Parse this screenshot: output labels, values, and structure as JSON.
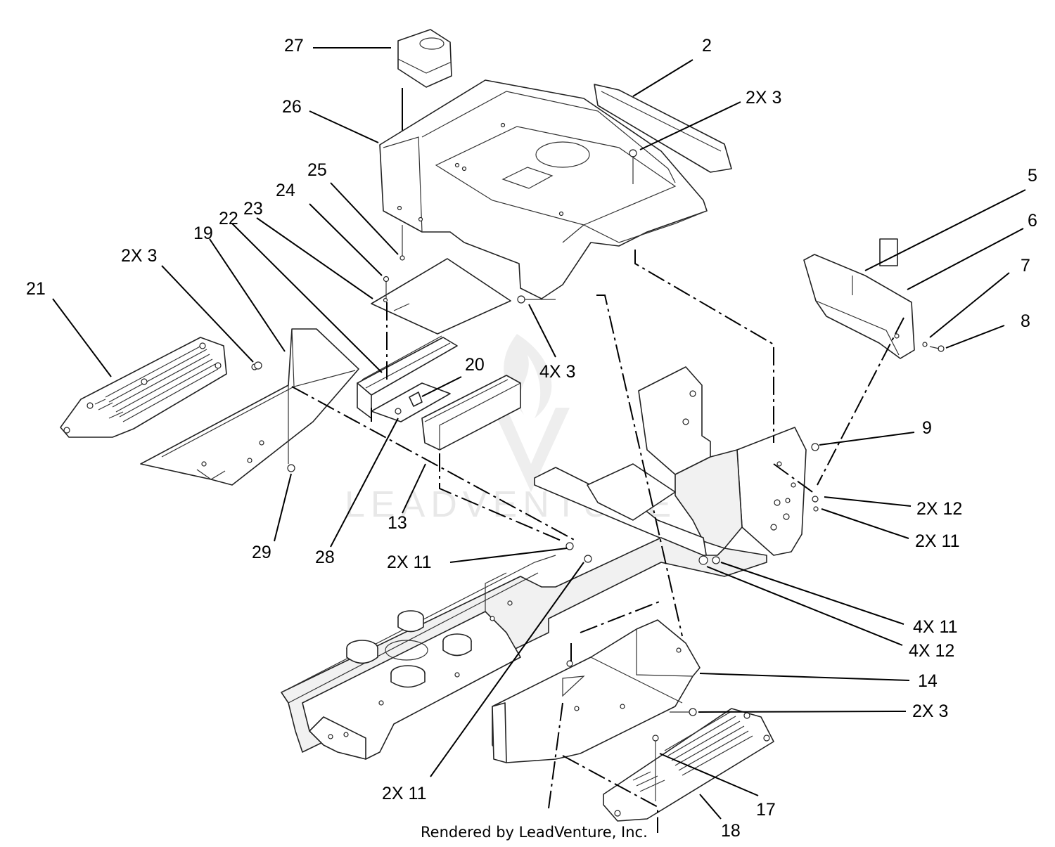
{
  "callouts": [
    {
      "id": "27",
      "text": "27"
    },
    {
      "id": "2",
      "text": "2"
    },
    {
      "id": "26",
      "text": "26"
    },
    {
      "id": "2x3-top",
      "text": "2X 3"
    },
    {
      "id": "25",
      "text": "25"
    },
    {
      "id": "24",
      "text": "24"
    },
    {
      "id": "23",
      "text": "23"
    },
    {
      "id": "22",
      "text": "22"
    },
    {
      "id": "19",
      "text": "19"
    },
    {
      "id": "2x3-left",
      "text": "2X 3"
    },
    {
      "id": "21",
      "text": "21"
    },
    {
      "id": "20",
      "text": "20"
    },
    {
      "id": "4x3",
      "text": "4X 3"
    },
    {
      "id": "5",
      "text": "5"
    },
    {
      "id": "6",
      "text": "6"
    },
    {
      "id": "7",
      "text": "7"
    },
    {
      "id": "8",
      "text": "8"
    },
    {
      "id": "9",
      "text": "9"
    },
    {
      "id": "2x12",
      "text": "2X 12"
    },
    {
      "id": "2x11-right",
      "text": "2X 11"
    },
    {
      "id": "13",
      "text": "13"
    },
    {
      "id": "29",
      "text": "29"
    },
    {
      "id": "28",
      "text": "28"
    },
    {
      "id": "2x11-mid",
      "text": "2X 11"
    },
    {
      "id": "4x11",
      "text": "4X 11"
    },
    {
      "id": "4x12",
      "text": "4X 12"
    },
    {
      "id": "14",
      "text": "14"
    },
    {
      "id": "2x3-bottom",
      "text": "2X 3"
    },
    {
      "id": "17",
      "text": "17"
    },
    {
      "id": "18",
      "text": "18"
    },
    {
      "id": "2x11-bottom",
      "text": "2X 11"
    }
  ],
  "footer": "Rendered by LeadVenture, Inc.",
  "watermark": "LEADVENTURE"
}
